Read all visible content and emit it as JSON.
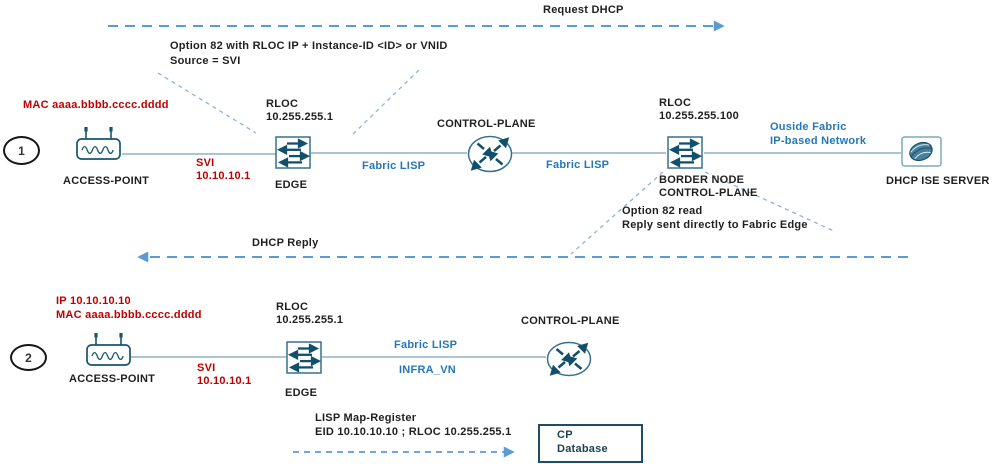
{
  "colors": {
    "highlight_red": "#C00000",
    "link_label_blue": "#2577B8",
    "arrow_blue": "#5B9BD5",
    "icon_teal": "#11506B",
    "text_ink": "#1F1F1F"
  },
  "flow1": {
    "badge": "1",
    "request_label": "Request DHCP",
    "option82_note": {
      "line1": "Option 82 with RLOC IP + Instance-ID <ID> or VNID",
      "line2": "Source = SVI"
    },
    "ap": {
      "annotation": "MAC aaaa.bbbb.cccc.dddd",
      "label": "ACCESS-POINT"
    },
    "svi": {
      "line1": "SVI",
      "line2": "10.10.10.1"
    },
    "edge": {
      "rloc1": "RLOC",
      "rloc2": "10.255.255.1",
      "label": "EDGE"
    },
    "link_edge_cp": "Fabric LISP",
    "control_plane": {
      "label": "CONTROL-PLANE"
    },
    "link_cp_border": "Fabric LISP",
    "border": {
      "rloc1": "RLOC",
      "rloc2": "10.255.255.100",
      "label1": "BORDER NODE",
      "label2": "CONTROL-PLANE"
    },
    "outside": {
      "line1": "Ouside Fabric",
      "line2": "IP-based Network"
    },
    "server": {
      "label": "DHCP ISE SERVER"
    },
    "option82_read_note": {
      "line1": "Option 82 read",
      "line2": "Reply sent directly to Fabric Edge"
    },
    "reply_label": "DHCP Reply"
  },
  "flow2": {
    "badge": "2",
    "ap": {
      "annotation1": "IP 10.10.10.10",
      "annotation2": "MAC aaaa.bbbb.cccc.dddd",
      "label": "ACCESS-POINT"
    },
    "svi": {
      "line1": "SVI",
      "line2": "10.10.10.1"
    },
    "edge": {
      "rloc1": "RLOC",
      "rloc2": "10.255.255.1",
      "label": "EDGE"
    },
    "link_edge_cp": {
      "line1": "Fabric LISP",
      "line2": "INFRA_VN"
    },
    "control_plane": {
      "label": "CONTROL-PLANE"
    },
    "map_register": {
      "line1": "LISP Map-Register",
      "line2": "EID 10.10.10.10 ; RLOC 10.255.255.1"
    },
    "cp_database": {
      "line1": "CP",
      "line2": "Database"
    }
  }
}
